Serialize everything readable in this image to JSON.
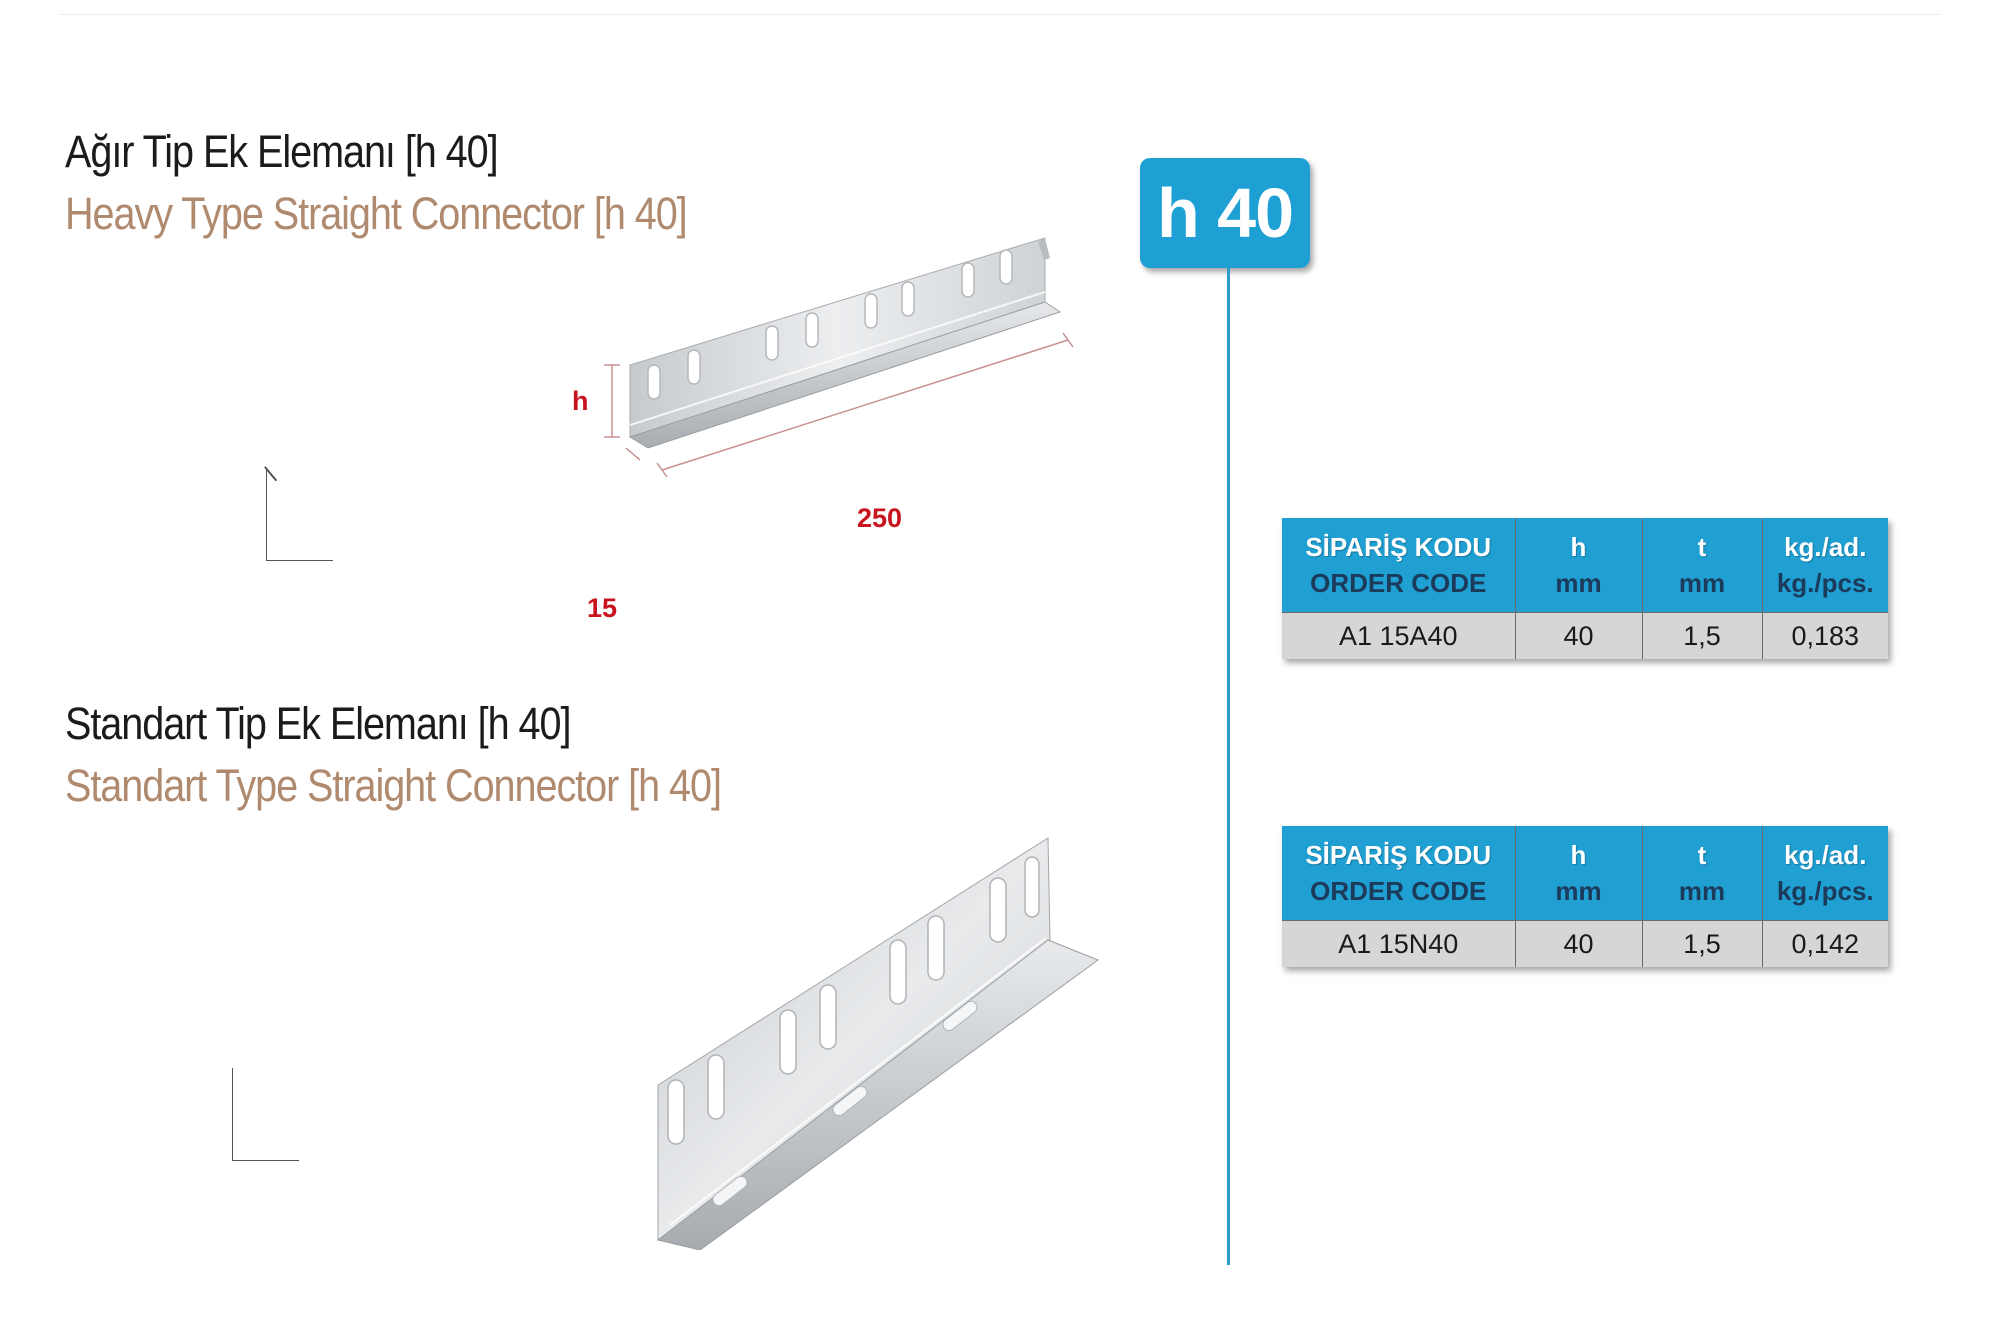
{
  "products": [
    {
      "title_tr": "Ağır Tip Ek Elemanı [h 40]",
      "title_en": "Heavy Type Straight Connector [h 40]",
      "dimensions": {
        "h": "h",
        "length": "250",
        "base": "15"
      }
    },
    {
      "title_tr": "Standart Tip Ek Elemanı [h 40]",
      "title_en": "Standart Type Straight Connector [h 40]"
    }
  ],
  "badge": {
    "label": "h 40"
  },
  "table_headers": {
    "code_tr": "SİPARİŞ KODU",
    "code_en": "ORDER CODE",
    "h": "h",
    "h_unit": "mm",
    "t": "t",
    "t_unit": "mm",
    "weight_tr": "kg./ad.",
    "weight_en": "kg./pcs."
  },
  "tables": [
    {
      "code": "A1 15A40",
      "h": "40",
      "t": "1,5",
      "weight": "0,183"
    },
    {
      "code": "A1 15N40",
      "h": "40",
      "t": "1,5",
      "weight": "0,142"
    }
  ],
  "colors": {
    "accent_blue": "#1f9fd2",
    "title_brown": "#b08a6e",
    "dimension_red": "#c8141e",
    "table_body_gray": "#d6d6d6"
  }
}
